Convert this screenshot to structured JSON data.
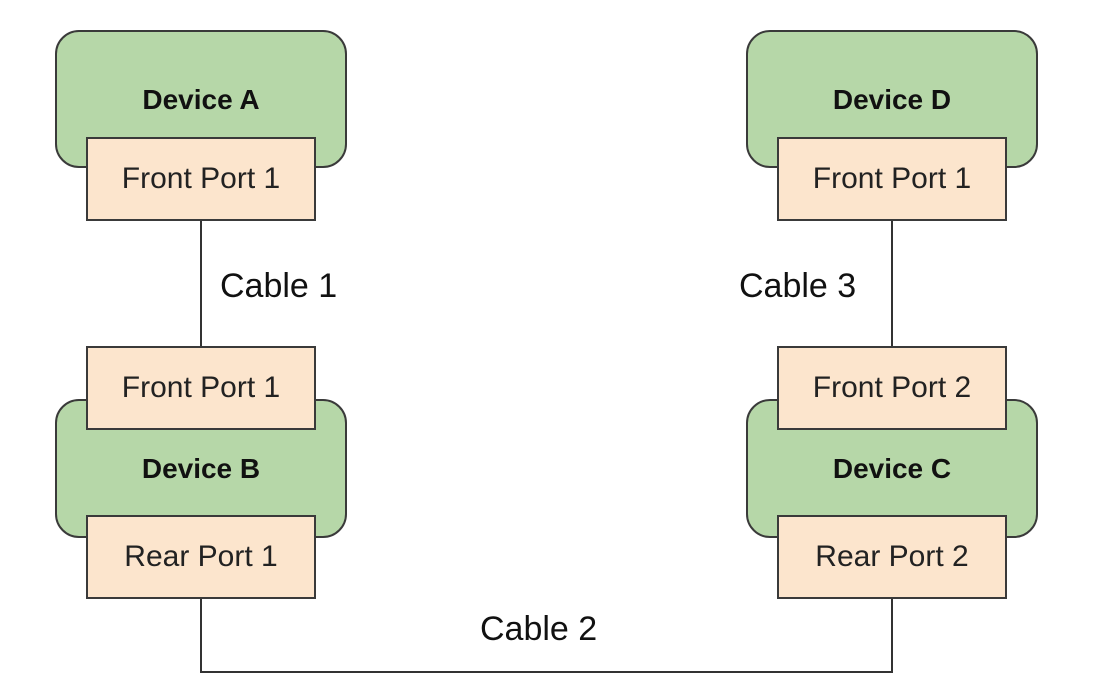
{
  "devices": {
    "a": {
      "name": "Device A",
      "ports": {
        "front1": "Front Port 1"
      }
    },
    "b": {
      "name": "Device B",
      "ports": {
        "front1": "Front Port 1",
        "rear1": "Rear Port 1"
      }
    },
    "c": {
      "name": "Device C",
      "ports": {
        "front2": "Front Port 2",
        "rear2": "Rear Port 2"
      }
    },
    "d": {
      "name": "Device D",
      "ports": {
        "front1": "Front Port 1"
      }
    }
  },
  "cables": {
    "cable1": "Cable 1",
    "cable2": "Cable 2",
    "cable3": "Cable 3"
  },
  "colors": {
    "device_fill": "#b6d7a8",
    "port_fill": "#fce5cd",
    "outline": "#3a3a3a",
    "wire": "#333333"
  }
}
